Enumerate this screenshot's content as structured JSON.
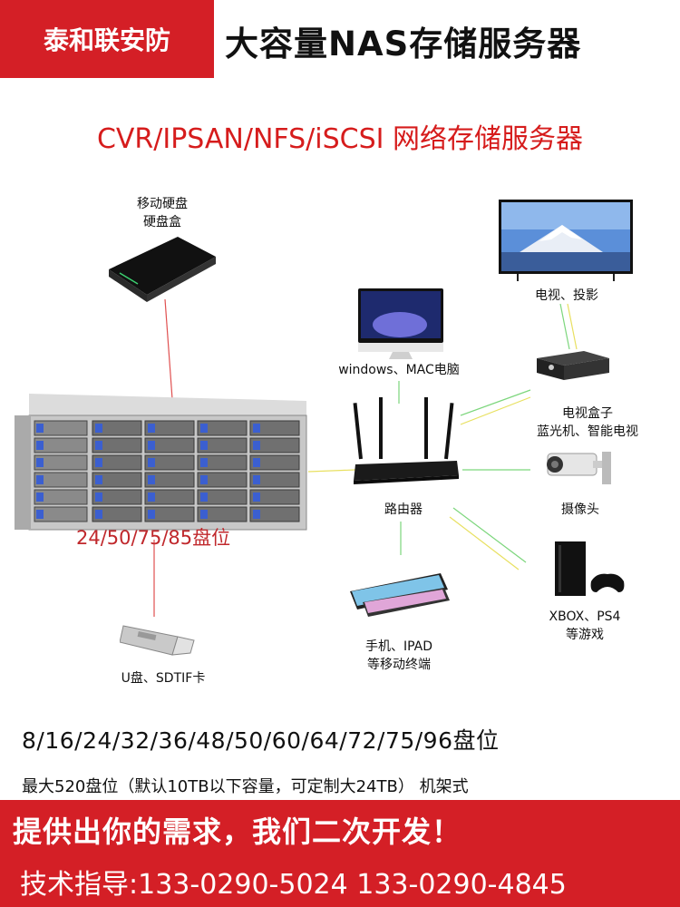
{
  "header": {
    "brand": "泰和联安防",
    "title": "大容量NAS存储服务器",
    "subtitle": "CVR/IPSAN/NFS/iSCSI 网络存储服务器"
  },
  "devices": {
    "hdd_enclosure": {
      "line1": "移动硬盘",
      "line2": "硬盘盒"
    },
    "tv": {
      "label": "电视、投影"
    },
    "pc": {
      "label": "windows、MAC电脑"
    },
    "tv_box": {
      "line1": "电视盒子",
      "line2": "蓝光机、智能电视"
    },
    "router": {
      "label": "路由器"
    },
    "camera": {
      "label": "摄像头"
    },
    "console": {
      "line1": "XBOX、PS4",
      "line2": "等游戏"
    },
    "mobile": {
      "line1": "手机、IPAD",
      "line2": "等移动终端"
    },
    "usb": {
      "label": "U盘、SDTIF卡"
    }
  },
  "server": {
    "bays_label": "24/50/75/85盘位"
  },
  "specs": {
    "bay_options": "8/16/24/32/36/48/50/60/64/72/75/96盘位",
    "capacity_note": "最大520盘位（默认10TB以下容量，可定制大24TB） 机架式"
  },
  "footer": {
    "slogan": "提供出你的需求，我们二次开发！",
    "tech_support": "技术指导:133-0290-5024 133-0290-4845"
  },
  "colors": {
    "brand_red": "#d41f26",
    "subtitle_red": "#d61c1c",
    "line_red": "#e05050",
    "line_green": "#7cd67c",
    "line_yellow": "#e8e060"
  }
}
